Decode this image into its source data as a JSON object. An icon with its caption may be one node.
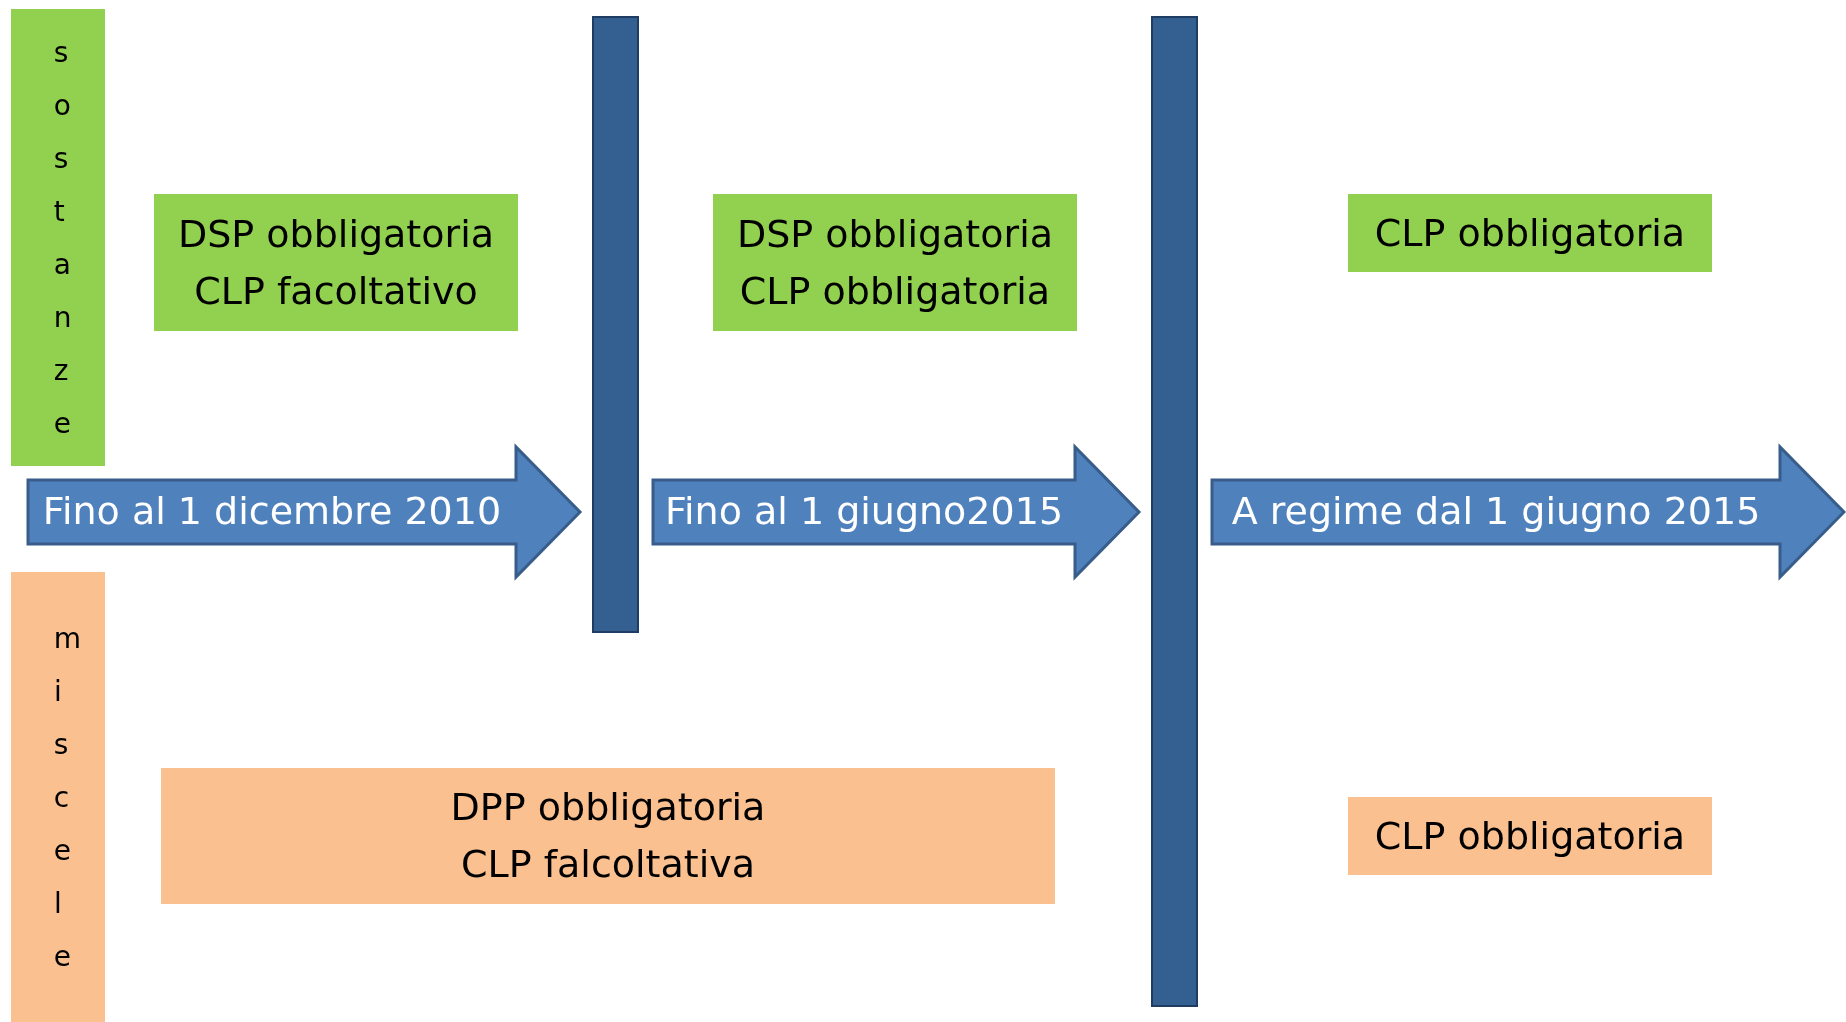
{
  "diagram": {
    "nodes": [
      {
        "text": [
          "sostanze"
        ]
      },
      {
        "text": [
          "DSP obbligatoria",
          "CLP facoltativo"
        ]
      },
      {
        "text": [],
        "shape": "bar"
      },
      {
        "text": [
          "DSP obbligatoria",
          "CLP obbligatoria"
        ]
      },
      {
        "text": [],
        "shape": "bar"
      },
      {
        "text": [
          "CLP obbligatoria"
        ]
      },
      {
        "text": [
          "miscele"
        ]
      },
      {
        "text": [
          "DPP obbligatoria",
          "CLP falcoltativa"
        ]
      },
      {
        "text": [
          "CLP obbligatoria"
        ]
      }
    ],
    "edges": [
      {
        "from": null,
        "to": 2,
        "arrow": "to",
        "label": "Fino al 1 dicembre 2010",
        "style": "thick"
      },
      {
        "from": 2,
        "to": 4,
        "arrow": "to",
        "label": "Fino al 1 giugno2015",
        "style": "thick"
      },
      {
        "from": 4,
        "to": null,
        "arrow": "to",
        "label": "A regime dal 1 giugno 2015",
        "style": "thick"
      }
    ]
  }
}
